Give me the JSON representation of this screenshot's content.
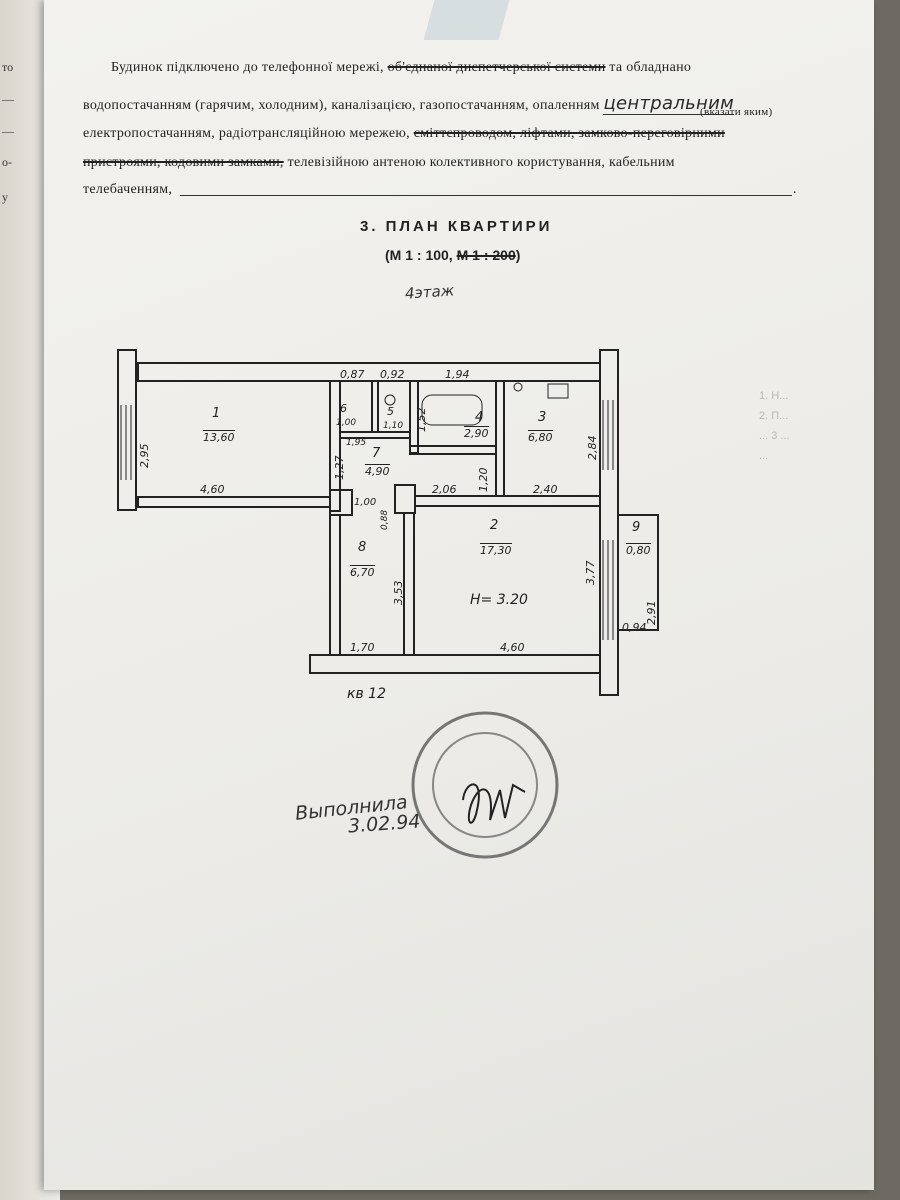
{
  "left_page_fragments": [
    "то",
    "—",
    "—",
    "о-",
    "у"
  ],
  "paragraph": {
    "l1_a": "Будинок підключено до телефонної мережі,",
    "l1_strike": "об'єднаної диспетчерської системи",
    "l1_b": "та обладнано",
    "l2": "водопостачанням (гарячим, холодним), каналізацією, газопостачанням, опаленням",
    "l2_hand": "центральним",
    "l2_note": "(вказати яким)",
    "l3_a": "електропостачанням, радіотрансляційною мережею,",
    "l3_strike": "сміттєпроводом, ліфтами, замково-переговірними",
    "l4_strike": "пристроями, кодовими замками,",
    "l4_b": "телевізійною антеною колективного користування, кабельним",
    "l5": "телебаченням,",
    "l5_end": "."
  },
  "plan": {
    "title": "3. ПЛАН КВАРТИРИ",
    "scale_a": "(М 1 : 100,",
    "scale_strike": "М 1 : 200",
    "scale_b": ")",
    "floor": "4этаж",
    "rooms": [
      {
        "num": "1",
        "area": "13,60"
      },
      {
        "num": "2",
        "area": "17,30"
      },
      {
        "num": "3",
        "area": "6,80"
      },
      {
        "num": "4",
        "area": "2,90"
      },
      {
        "num": "5",
        "area": "1,10"
      },
      {
        "num": "6",
        "area": "1,00"
      },
      {
        "num": "7",
        "area": "4,90"
      },
      {
        "num": "8",
        "area": "6,70"
      },
      {
        "num": "9",
        "area": "0,80"
      }
    ],
    "dims": {
      "d087": "0,87",
      "d092": "0,92",
      "d194": "1,94",
      "d295": "2,95",
      "d195": "1,95",
      "d152": "1,52",
      "d284": "2,84",
      "d127": "1,27",
      "d120": "1,20",
      "d460a": "4,60",
      "d100": "1,00",
      "d206": "2,06",
      "d240": "2,40",
      "d088": "0,88",
      "d353": "3,53",
      "d377": "3,77",
      "d291": "2,91",
      "d094": "0,94",
      "d170": "1,70",
      "d460b": "4,60"
    },
    "height": "H= 3.20",
    "apt": "кв 12"
  },
  "signature": {
    "done": "Выполнила",
    "date": "3.02.94"
  }
}
